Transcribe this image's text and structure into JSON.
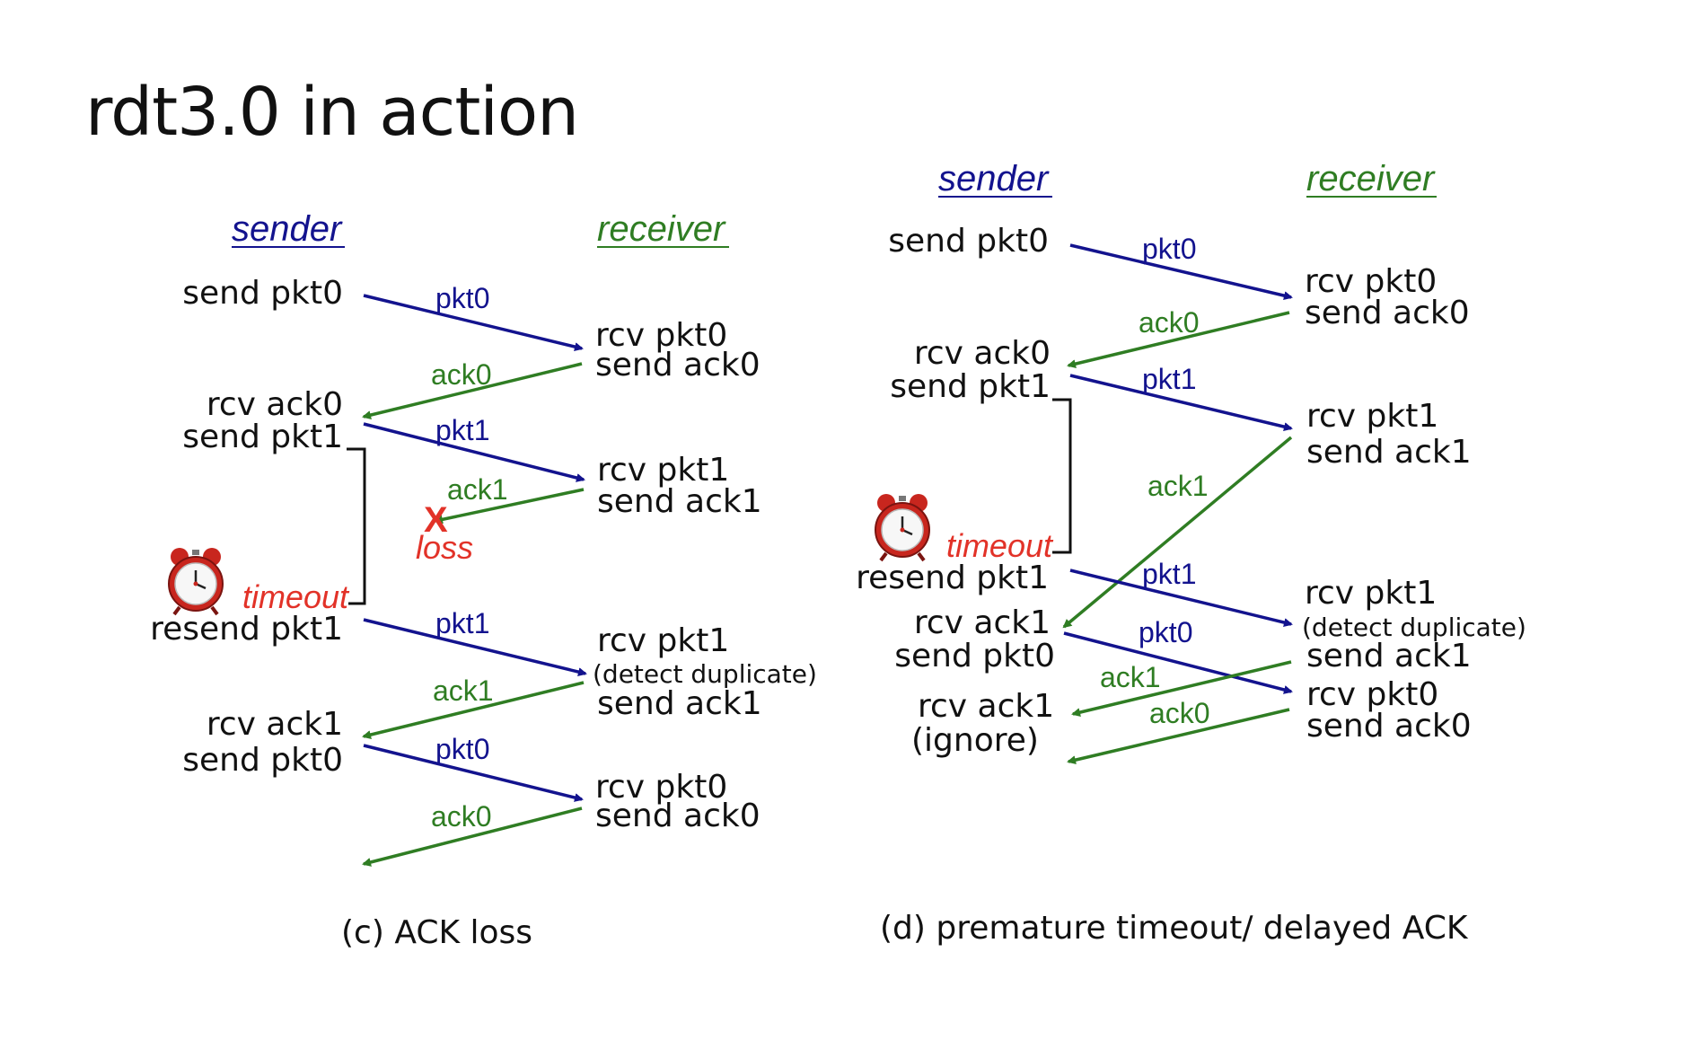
{
  "colors": {
    "sender": "#13138e",
    "receiver": "#2f7d23",
    "loss": "#e23228",
    "text": "#111111"
  },
  "slide": {
    "title": "rdt3.0 in action"
  },
  "panel_c": {
    "sender_heading": "sender",
    "receiver_heading": "receiver",
    "s1": "send pkt0",
    "s2a": "rcv ack0",
    "s2b": "send pkt1",
    "timeout": "timeout",
    "s3": "resend pkt1",
    "s4a": "rcv ack1",
    "s4b": "send pkt0",
    "r1a": "rcv pkt0",
    "r1b": "send ack0",
    "r2a": "rcv pkt1",
    "r2b": "send ack1",
    "r3a": "rcv pkt1",
    "r3b": "(detect duplicate)",
    "r3c": "send ack1",
    "r4a": "rcv pkt0",
    "r4b": "send ack0",
    "m1": "pkt0",
    "m2": "ack0",
    "m3": "pkt1",
    "m4": "ack1",
    "loss_mark": "X",
    "loss": "loss",
    "m5": "pkt1",
    "m6": "ack1",
    "m7": "pkt0",
    "m8": "ack0",
    "caption": "(c) ACK loss"
  },
  "panel_d": {
    "sender_heading": "sender",
    "receiver_heading": "receiver",
    "s1": "send pkt0",
    "s2a": "rcv ack0",
    "s2b": "send pkt1",
    "timeout": "timeout",
    "s3": "resend pkt1",
    "s4a": "rcv ack1",
    "s4b": "send pkt0",
    "s5a": "rcv ack1",
    "s5b": "(ignore)",
    "r1a": "rcv pkt0",
    "r1b": "send ack0",
    "r2a": "rcv pkt1",
    "r2b": "send ack1",
    "r3a": "rcv pkt1",
    "r3b": "(detect duplicate)",
    "r3c": "send ack1",
    "r4a": "rcv pkt0",
    "r4b": "send ack0",
    "m1": "pkt0",
    "m2": "ack0",
    "m3": "pkt1",
    "m4": "ack1",
    "m5": "pkt1",
    "m6": "pkt0",
    "m7": "ack1",
    "m8": "ack0",
    "caption": "(d) premature timeout/ delayed ACK"
  }
}
